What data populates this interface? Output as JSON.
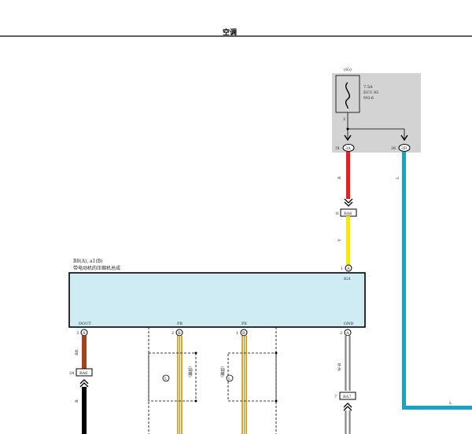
{
  "title": "空调",
  "relay_box": {
    "label": "(IG)",
    "fuse_current": "7.5A",
    "fuse_name": "ECU-IG",
    "fuse_no": "NO.6",
    "fuse_pin": "2",
    "pin_left_num": "31",
    "pin_left_conn": "3A",
    "pin_right_num": "26",
    "pin_right_conn": "3D"
  },
  "wires": {
    "red_color": "R",
    "yellow_color": "Y",
    "blue_color": "L",
    "blue_color_bottom": "L",
    "brown_color": "BR",
    "black_color": "B",
    "gnd_color": "W-B"
  },
  "connectors": {
    "ba6_top_pin": "8",
    "ba6_top": "BA6",
    "ba6_left_pin": "24",
    "ba6_left": "BA6",
    "ba7_pin": "7",
    "ba7": "BA7"
  },
  "compressor": {
    "ref": "B8(A), a1(B)",
    "name": "带电动机的压缩机总成",
    "ig1_pin": "1",
    "ig1_conn": "A",
    "ig1_label": "IG1",
    "pins": [
      {
        "label": "DOUT",
        "num": "3",
        "conn": "A"
      },
      {
        "label": "PB",
        "num": "2",
        "conn": "B"
      },
      {
        "label": "PE",
        "num": "1",
        "conn": "B"
      },
      {
        "label": "GND",
        "num": "2",
        "conn": "A"
      }
    ]
  },
  "shield": {
    "label": "(屏蔽)",
    "letter": "L"
  },
  "colors": {
    "red": "#ee1c1c",
    "yellow": "#ffe600",
    "blue": "#1aa1c3",
    "brown": "#a6431f",
    "black": "#000000",
    "relay_bg": "#d3d3d3",
    "module_bg": "#cfecf4",
    "orange": "#f0a020",
    "gnd_wire": "#bfbfbf"
  }
}
